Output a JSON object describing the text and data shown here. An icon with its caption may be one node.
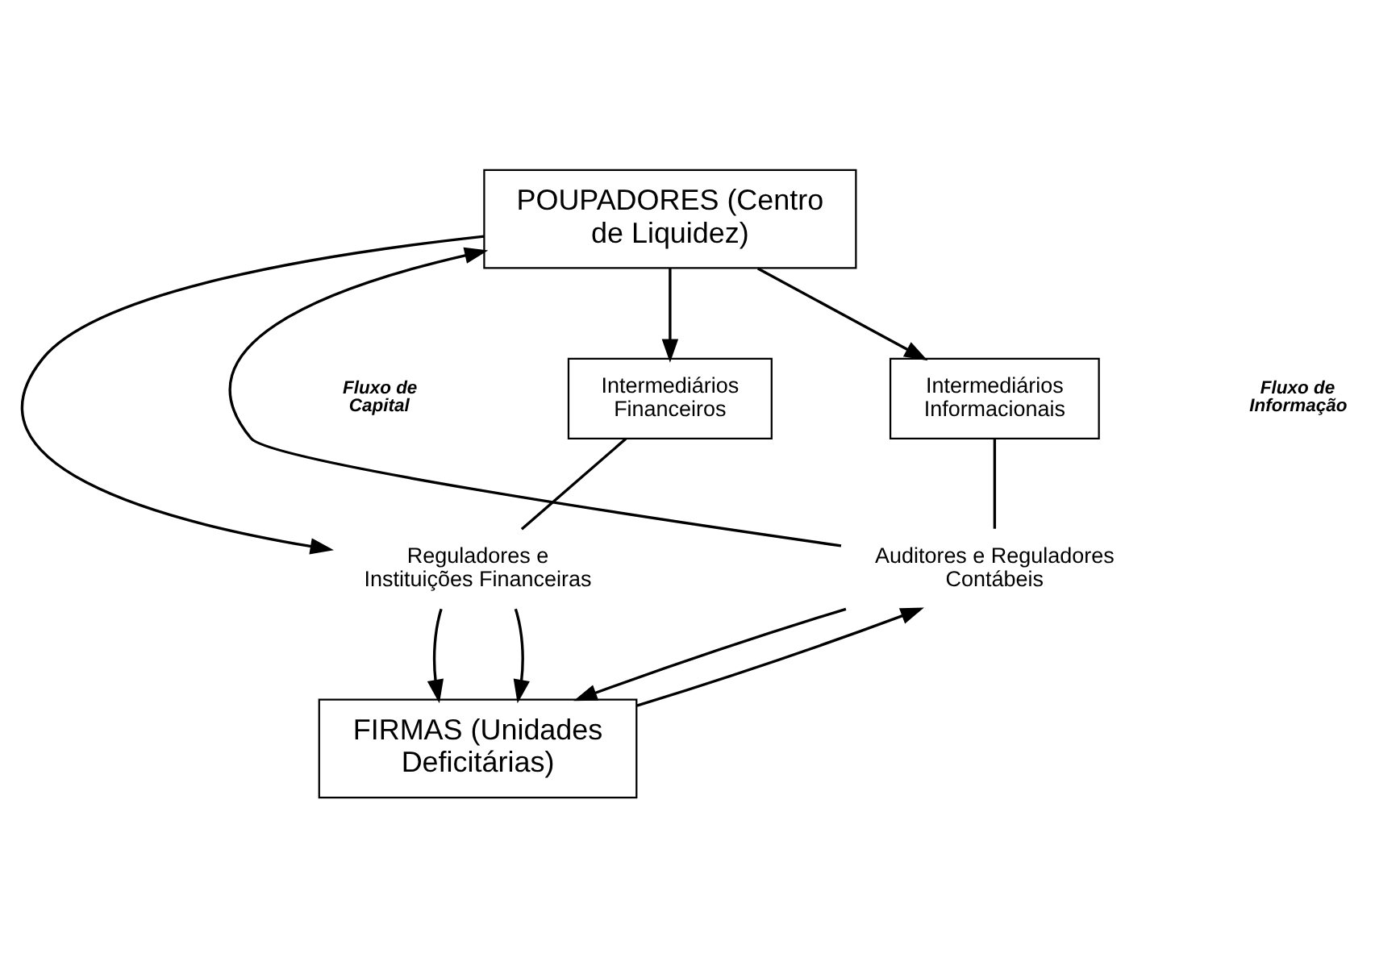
{
  "diagram": {
    "nodes": [
      {
        "text": [
          "POUPADORES (Centro de Liquidez)"
        ]
      },
      {
        "text": [
          "Intermediários Financeiros"
        ]
      },
      {
        "text": [
          "Intermediários Informacionais"
        ]
      },
      {
        "text": [
          "Reguladores e Instituições Financeiras"
        ]
      },
      {
        "text": [
          "Auditores e Reguladores Contábeis"
        ]
      },
      {
        "text": [
          "FIRMAS (Unidades Deficitárias)"
        ]
      }
    ],
    "edges": [
      {
        "from": 0,
        "to": 1,
        "arrow": "to"
      },
      {
        "from": 0,
        "to": 2,
        "arrow": "to"
      },
      {
        "from": 0,
        "to": 3,
        "arrow": "to"
      },
      {
        "from": 1,
        "to": 3,
        "arrow": "none"
      },
      {
        "from": 2,
        "to": 4,
        "arrow": "none"
      },
      {
        "from": 3,
        "to": 5,
        "arrow": "to"
      },
      {
        "from": 3,
        "to": 5,
        "arrow": "to"
      },
      {
        "from": 4,
        "to": 5,
        "arrow": "to"
      },
      {
        "from": 5,
        "to": 4,
        "arrow": "to"
      },
      {
        "from": 4,
        "to": 0,
        "arrow": "to"
      }
    ],
    "labels": [
      "Fluxo de Capital",
      "Fluxo de Informação"
    ]
  }
}
